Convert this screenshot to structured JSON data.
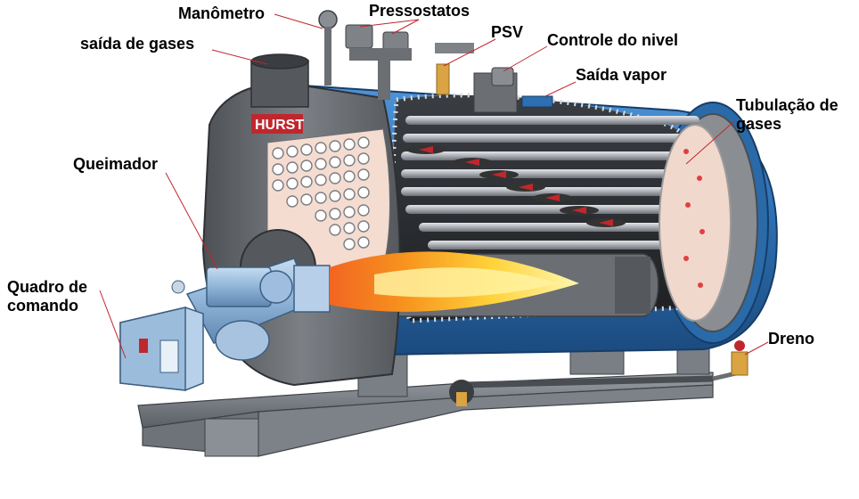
{
  "labels": {
    "manometro": "Manômetro",
    "pressostatos": "Pressostatos",
    "psv": "PSV",
    "controle_nivel": "Controle do nivel",
    "saida_gases": "saída de gases",
    "saida_vapor": "Saída vapor",
    "tubulacao_gases": "Tubulação de gases",
    "queimador": "Queimador",
    "quadro_comando": "Quadro de comando",
    "dreno": "Dreno"
  },
  "brand": "HURST",
  "colors": {
    "shell_blue": "#2d6fb0",
    "shell_dark": "#1d4f86",
    "steel_gray": "#6b6e72",
    "flame_yellow": "#ffe34a",
    "flame_orange": "#f7931e",
    "brand_red": "#c0272d"
  }
}
